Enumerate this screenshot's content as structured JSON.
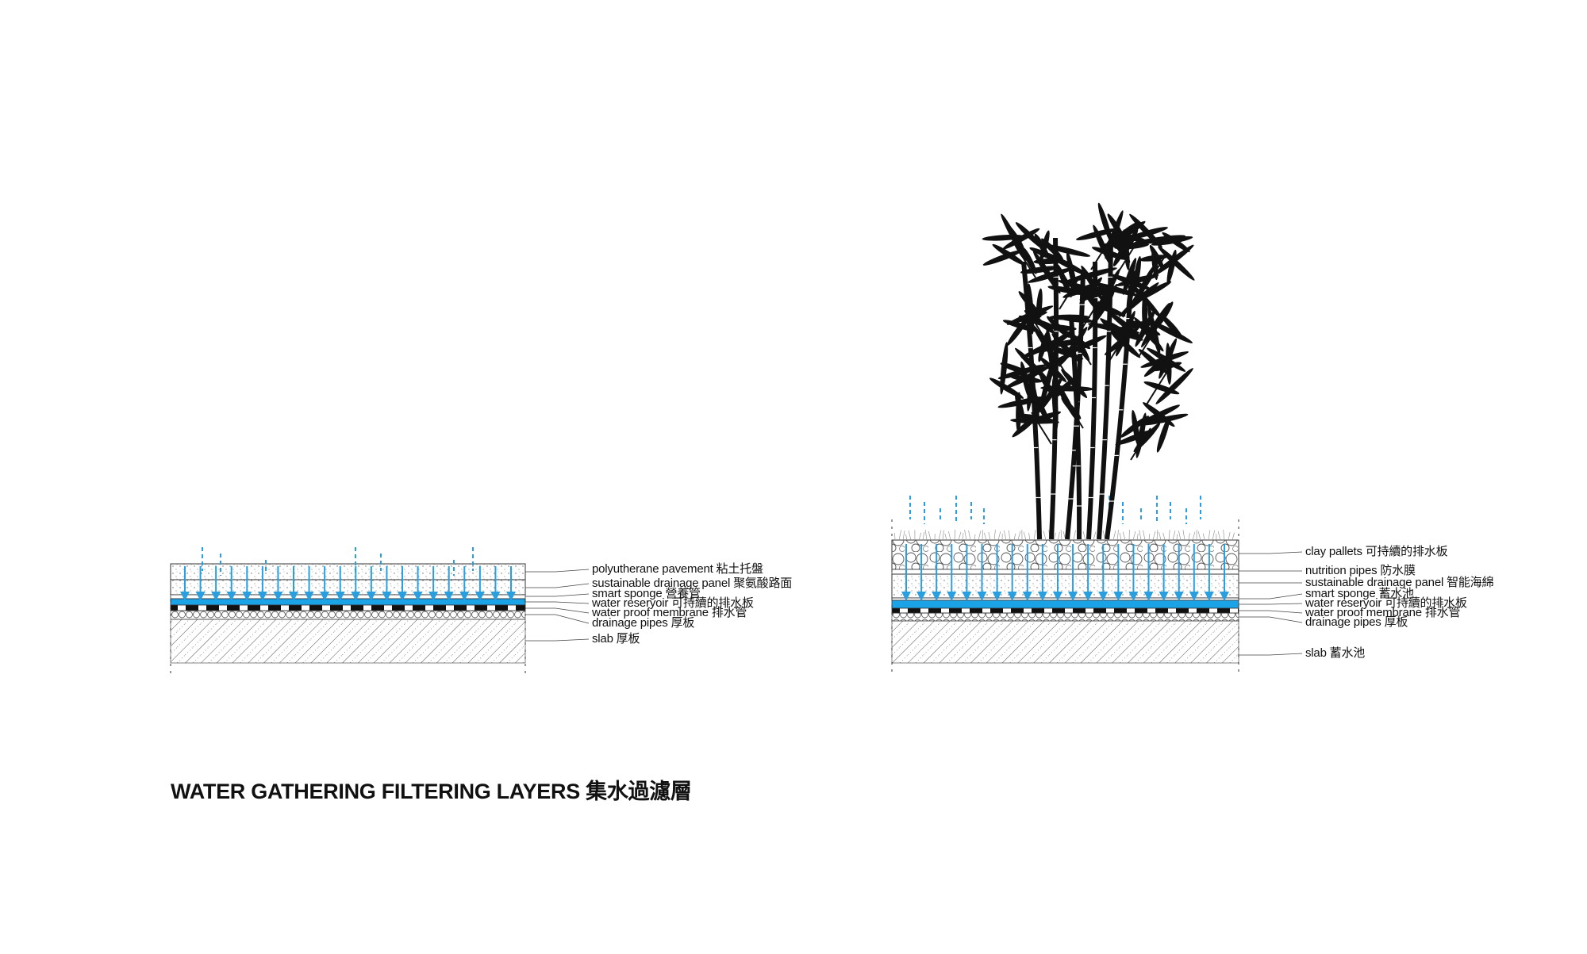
{
  "title": "WATER GATHERING FILTERING LAYERS 集水過濾層",
  "left_section": {
    "labels": [
      "polyutherane pavement 粘土托盤",
      "sustainable drainage panel 聚氨酸路面",
      "smart sponge 營養管",
      "water reseryoir 可持續的排水板",
      "water proof membrane 排水管",
      "drainage pipes 厚板",
      "slab 厚板"
    ]
  },
  "right_section": {
    "labels": [
      "clay pallets 可持續的排水板",
      "nutrition pipes 防水膜",
      "sustainable drainage panel 智能海綿",
      "smart sponge 蓄水池",
      "water reseryoir 可持續的排水板",
      "water proof membrane 排水管",
      "drainage pipes 厚板",
      "slab 蓄水池"
    ]
  },
  "colors": {
    "water": "#1aa3e6",
    "arrow": "#2a9fe0",
    "ink": "#111111"
  }
}
